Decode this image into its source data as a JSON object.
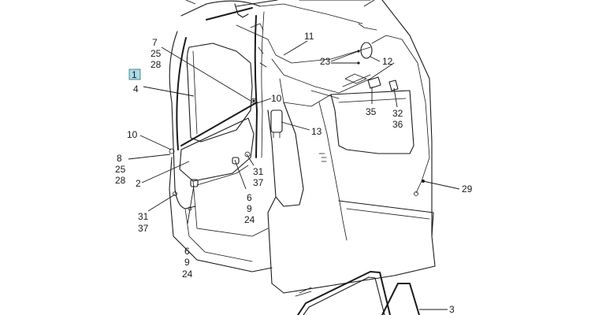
{
  "diagram": {
    "labels": [
      {
        "id": "l7",
        "text": "7"
      },
      {
        "id": "l25a",
        "text": "25"
      },
      {
        "id": "l28a",
        "text": "28"
      },
      {
        "id": "l1",
        "text": "1"
      },
      {
        "id": "l4",
        "text": "4"
      },
      {
        "id": "l10a",
        "text": "10"
      },
      {
        "id": "l8",
        "text": "8"
      },
      {
        "id": "l25b",
        "text": "25"
      },
      {
        "id": "l28b",
        "text": "28"
      },
      {
        "id": "l2",
        "text": "2"
      },
      {
        "id": "l31a",
        "text": "31"
      },
      {
        "id": "l37a",
        "text": "37"
      },
      {
        "id": "l6a",
        "text": "6"
      },
      {
        "id": "l9a",
        "text": "9"
      },
      {
        "id": "l24a",
        "text": "24"
      },
      {
        "id": "l31b",
        "text": "31"
      },
      {
        "id": "l37b",
        "text": "37"
      },
      {
        "id": "l6b",
        "text": "6"
      },
      {
        "id": "l9b",
        "text": "9"
      },
      {
        "id": "l24b",
        "text": "24"
      },
      {
        "id": "l10b",
        "text": "10"
      },
      {
        "id": "l13",
        "text": "13"
      },
      {
        "id": "l11",
        "text": "11"
      },
      {
        "id": "l23",
        "text": "23"
      },
      {
        "id": "l12",
        "text": "12"
      },
      {
        "id": "l35",
        "text": "35"
      },
      {
        "id": "l32",
        "text": "32"
      },
      {
        "id": "l36",
        "text": "36"
      },
      {
        "id": "l29",
        "text": "29"
      },
      {
        "id": "l3",
        "text": "3"
      }
    ],
    "highlighted_label": "1",
    "line_color": "#1a1a1a",
    "highlight_color": "#a8dde6"
  }
}
